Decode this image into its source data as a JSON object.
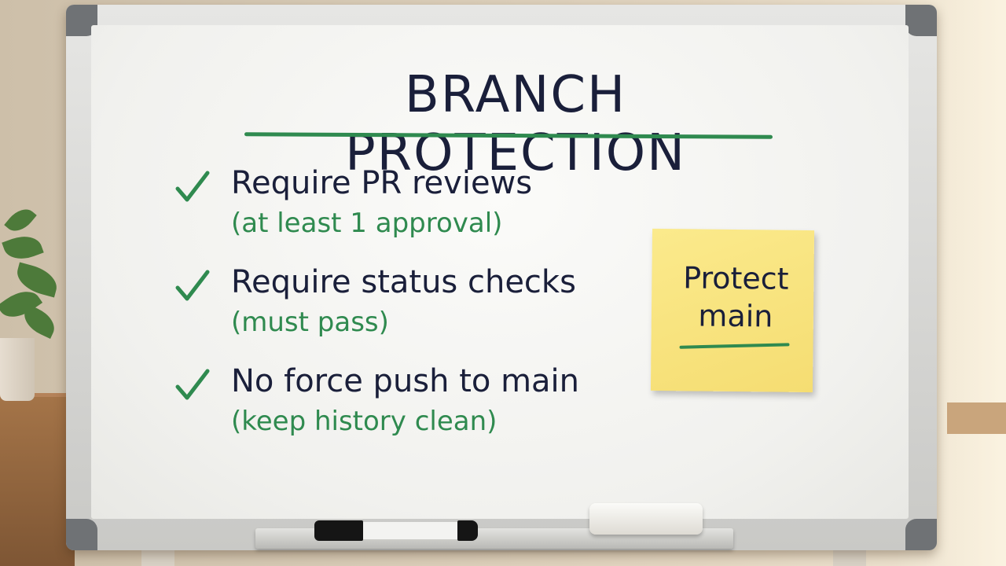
{
  "board": {
    "title": "BRANCH PROTECTION",
    "items": [
      {
        "label": "Require PR reviews",
        "note": "(at least 1 approval)"
      },
      {
        "label": "Require status checks",
        "note": "(must pass)"
      },
      {
        "label": "No force push to main",
        "note": "(keep history clean)"
      }
    ]
  },
  "sticky_note": {
    "line1": "Protect",
    "line2": "main"
  },
  "colors": {
    "ink_navy": "#1a1f3a",
    "ink_green": "#2f8a4f",
    "sticky_yellow": "#f7e27a"
  },
  "icons": [
    "check-icon",
    "whiteboard-marker",
    "whiteboard-eraser"
  ]
}
